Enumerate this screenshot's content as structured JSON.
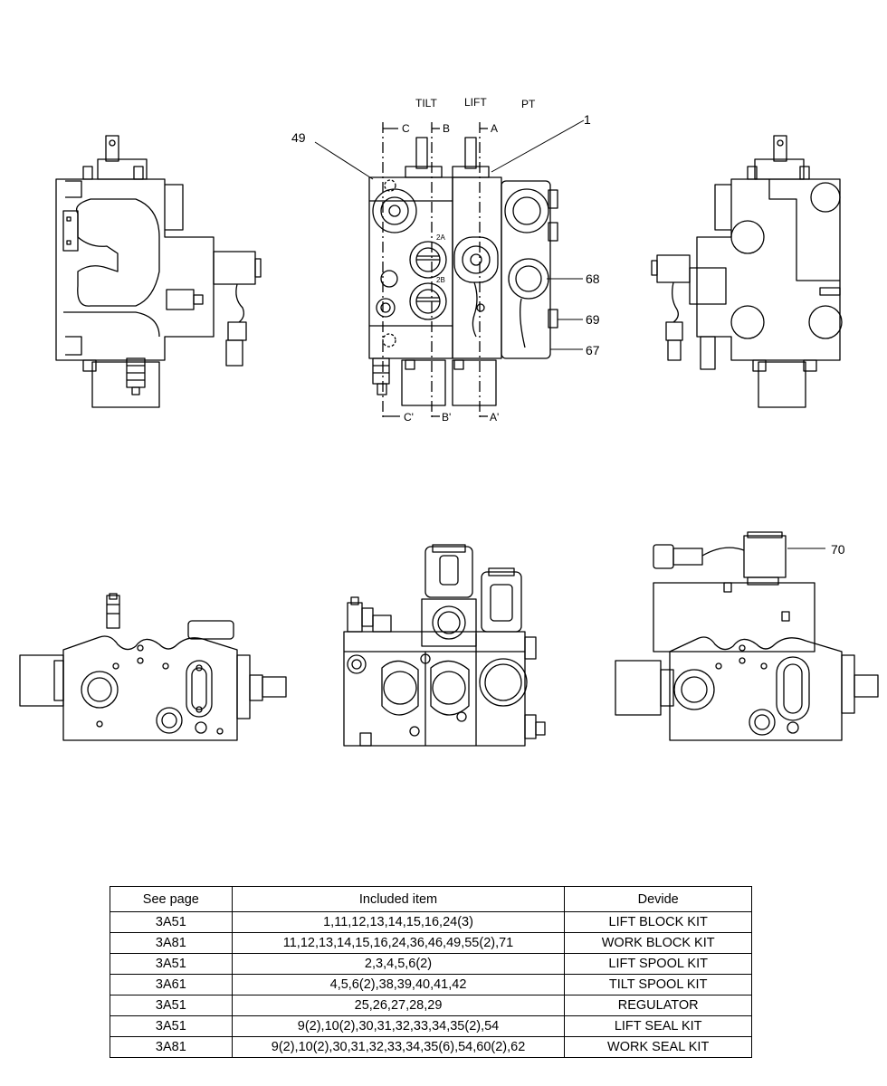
{
  "labels": {
    "tilt": "TILT",
    "lift": "LIFT",
    "pt": "PT",
    "c": "C",
    "b": "B",
    "a": "A",
    "c_prime": "C'",
    "b_prime": "B'",
    "a_prime": "A'",
    "port_2a": "2A",
    "port_2b": "2B"
  },
  "callouts": {
    "n1": "1",
    "n49": "49",
    "n68": "68",
    "n69": "69",
    "n67": "67",
    "n70": "70"
  },
  "table": {
    "headers": [
      "See page",
      "Included item",
      "Devide"
    ],
    "rows": [
      [
        "3A51",
        "1,11,12,13,14,15,16,24(3)",
        "LIFT BLOCK KIT"
      ],
      [
        "3A81",
        "11,12,13,14,15,16,24,36,46,49,55(2),71",
        "WORK BLOCK KIT"
      ],
      [
        "3A51",
        "2,3,4,5,6(2)",
        "LIFT SPOOL KIT"
      ],
      [
        "3A61",
        "4,5,6(2),38,39,40,41,42",
        "TILT SPOOL KIT"
      ],
      [
        "3A51",
        "25,26,27,28,29",
        "REGULATOR"
      ],
      [
        "3A51",
        "9(2),10(2),30,31,32,33,34,35(2),54",
        "LIFT SEAL KIT"
      ],
      [
        "3A81",
        "9(2),10(2),30,31,32,33,34,35(6),54,60(2),62",
        "WORK SEAL KIT"
      ]
    ]
  }
}
